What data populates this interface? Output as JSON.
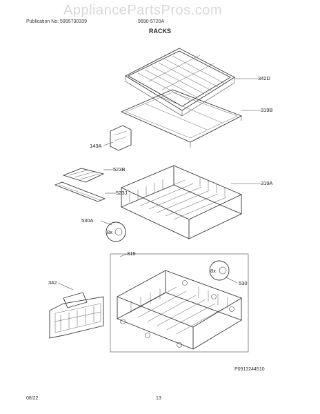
{
  "header": {
    "publication": "Publication No: 5995730339",
    "model": "9690-5720A",
    "watermark": "AppliancePartsPros.com"
  },
  "title": "RACKS",
  "callouts": [
    {
      "id": "342D",
      "label": "342D"
    },
    {
      "id": "319B",
      "label": "319B"
    },
    {
      "id": "143A",
      "label": "143A"
    },
    {
      "id": "523B",
      "label": "523B"
    },
    {
      "id": "523J",
      "label": "523J"
    },
    {
      "id": "319A",
      "label": "319A"
    },
    {
      "id": "530A",
      "label": "530A"
    },
    {
      "id": "8x-upper",
      "label": "8x"
    },
    {
      "id": "319",
      "label": "319"
    },
    {
      "id": "342",
      "label": "342"
    },
    {
      "id": "8x-lower",
      "label": "8x"
    },
    {
      "id": "530",
      "label": "530"
    }
  ],
  "footer": {
    "drawing_id": "P0913244510",
    "date": "08/22",
    "page": "13"
  }
}
